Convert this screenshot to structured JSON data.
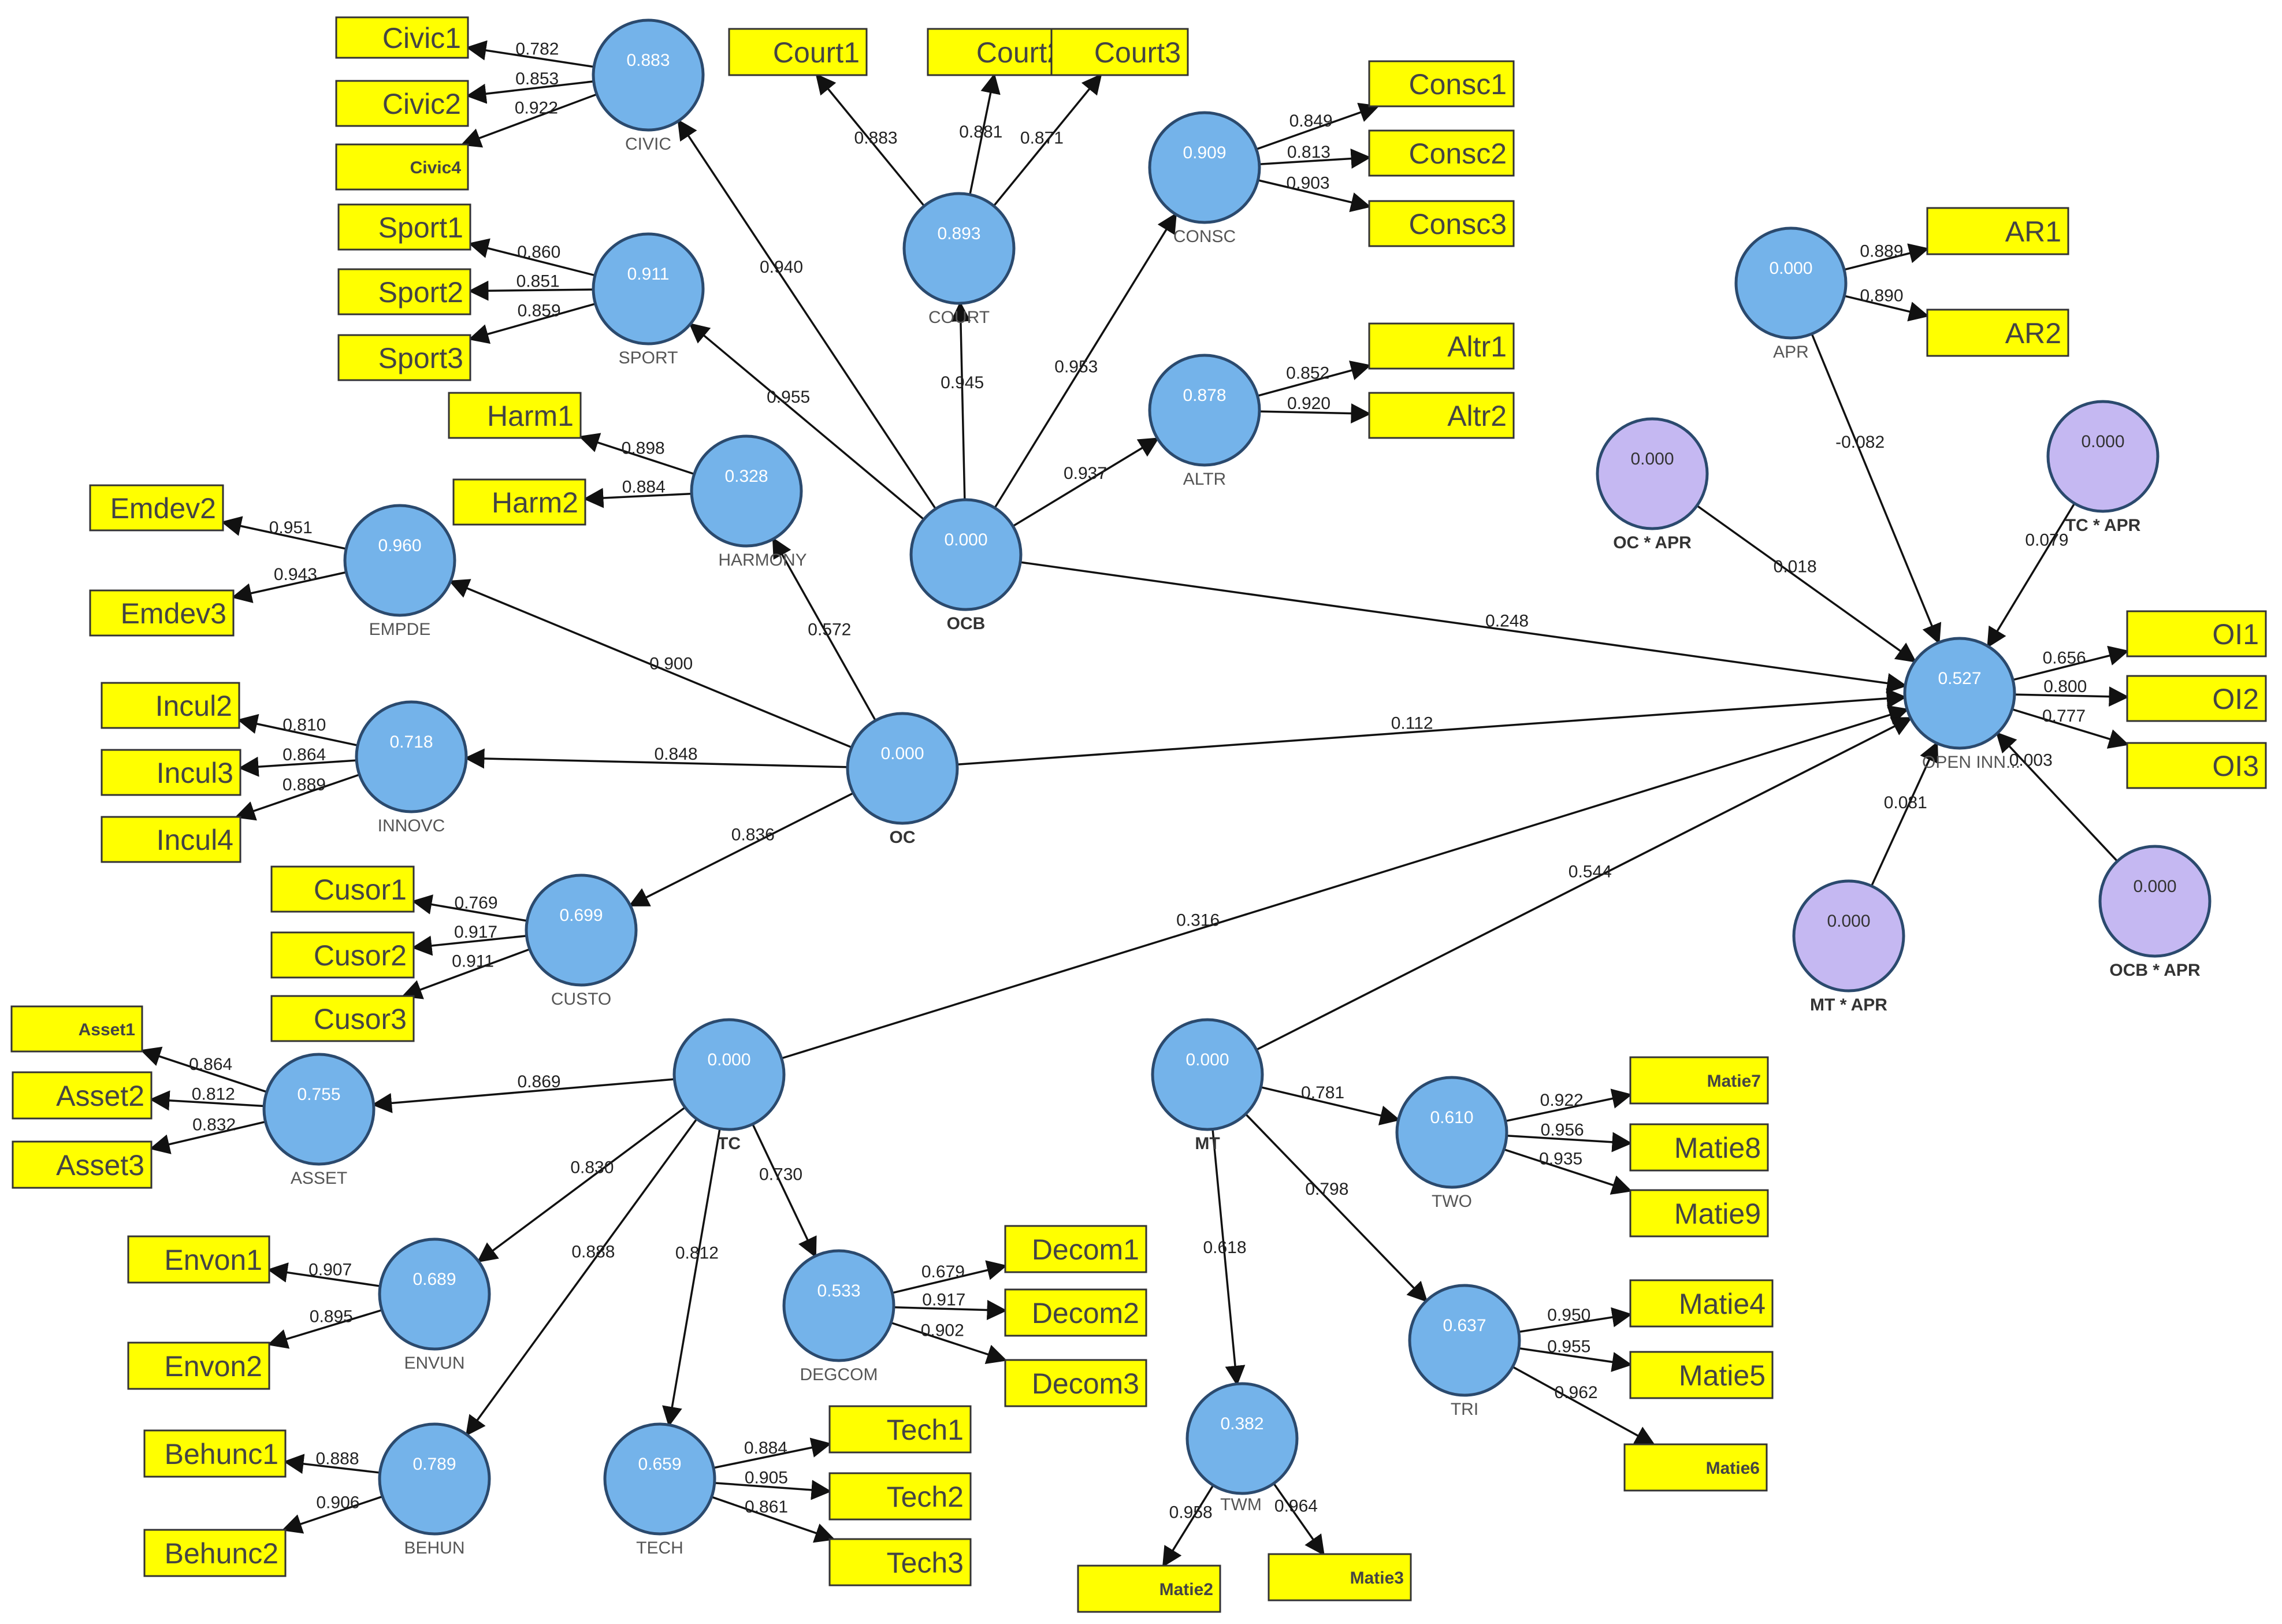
{
  "colors": {
    "indicator_fill": "#ffff00",
    "latent_fill": "#74b3ea",
    "moderator_fill": "#c5b8f2",
    "edge": "#111111"
  },
  "nodes": [
    {
      "id": "CIVIC",
      "label": "CIVIC",
      "value": "0.883",
      "kind": "latent"
    },
    {
      "id": "SPORT",
      "label": "SPORT",
      "value": "0.911",
      "kind": "latent"
    },
    {
      "id": "HARMONY",
      "label": "HARMONY",
      "value": "0.328",
      "kind": "latent"
    },
    {
      "id": "EMPDE",
      "label": "EMPDE",
      "value": "0.960",
      "kind": "latent"
    },
    {
      "id": "INNOVC",
      "label": "INNOVC",
      "value": "0.718",
      "kind": "latent"
    },
    {
      "id": "OC",
      "label": "OC",
      "value": "0.000",
      "kind": "latent",
      "bold": true
    },
    {
      "id": "CUSTO",
      "label": "CUSTO",
      "value": "0.699",
      "kind": "latent"
    },
    {
      "id": "COURT",
      "label": "COURT",
      "value": "0.893",
      "kind": "latent"
    },
    {
      "id": "CONSC",
      "label": "CONSC",
      "value": "0.909",
      "kind": "latent"
    },
    {
      "id": "ALTR",
      "label": "ALTR",
      "value": "0.878",
      "kind": "latent"
    },
    {
      "id": "OCB",
      "label": "OCB",
      "value": "0.000",
      "kind": "latent",
      "bold": true
    },
    {
      "id": "APR",
      "label": "APR",
      "value": "0.000",
      "kind": "latent"
    },
    {
      "id": "OCAPR",
      "label": "OC * APR",
      "value": "0.000",
      "kind": "moderator",
      "bold": true
    },
    {
      "id": "TCAPR",
      "label": "TC * APR",
      "value": "0.000",
      "kind": "moderator",
      "bold": true
    },
    {
      "id": "OPEN",
      "label": "OPEN INN...",
      "value": "0.527",
      "kind": "latent"
    },
    {
      "id": "MTAPR",
      "label": "MT * APR",
      "value": "0.000",
      "kind": "moderator",
      "bold": true
    },
    {
      "id": "OCBAPR",
      "label": "OCB * APR",
      "value": "0.000",
      "kind": "moderator",
      "bold": true
    },
    {
      "id": "TC",
      "label": "TC",
      "value": "0.000",
      "kind": "latent",
      "bold": true
    },
    {
      "id": "ASSET",
      "label": "ASSET",
      "value": "0.755",
      "kind": "latent"
    },
    {
      "id": "ENVUN",
      "label": "ENVUN",
      "value": "0.689",
      "kind": "latent"
    },
    {
      "id": "BEHUN",
      "label": "BEHUN",
      "value": "0.789",
      "kind": "latent"
    },
    {
      "id": "TECH",
      "label": "TECH",
      "value": "0.659",
      "kind": "latent"
    },
    {
      "id": "DEGCOM",
      "label": "DEGCOM",
      "value": "0.533",
      "kind": "latent"
    },
    {
      "id": "MT",
      "label": "MT",
      "value": "0.000",
      "kind": "latent",
      "bold": true
    },
    {
      "id": "TWO",
      "label": "TWO",
      "value": "0.610",
      "kind": "latent"
    },
    {
      "id": "TRI",
      "label": "TRI",
      "value": "0.637",
      "kind": "latent"
    },
    {
      "id": "TWM",
      "label": "TWM",
      "value": "0.382",
      "kind": "latent"
    }
  ],
  "indicators": [
    {
      "id": "Civic1",
      "label": "Civic1"
    },
    {
      "id": "Civic2",
      "label": "Civic2"
    },
    {
      "id": "Civic4",
      "label": "Civic4",
      "small": true
    },
    {
      "id": "Sport1",
      "label": "Sport1"
    },
    {
      "id": "Sport2",
      "label": "Sport2"
    },
    {
      "id": "Sport3",
      "label": "Sport3"
    },
    {
      "id": "Harm1",
      "label": "Harm1"
    },
    {
      "id": "Harm2",
      "label": "Harm2"
    },
    {
      "id": "Emdev2",
      "label": "Emdev2"
    },
    {
      "id": "Emdev3",
      "label": "Emdev3"
    },
    {
      "id": "Incul2",
      "label": "Incul2"
    },
    {
      "id": "Incul3",
      "label": "Incul3"
    },
    {
      "id": "Incul4",
      "label": "Incul4"
    },
    {
      "id": "Cusor1",
      "label": "Cusor1"
    },
    {
      "id": "Cusor2",
      "label": "Cusor2"
    },
    {
      "id": "Cusor3",
      "label": "Cusor3"
    },
    {
      "id": "Court1",
      "label": "Court1"
    },
    {
      "id": "Court2",
      "label": "Court2"
    },
    {
      "id": "Court3",
      "label": "Court3"
    },
    {
      "id": "Consc1",
      "label": "Consc1"
    },
    {
      "id": "Consc2",
      "label": "Consc2"
    },
    {
      "id": "Consc3",
      "label": "Consc3"
    },
    {
      "id": "Altr1",
      "label": "Altr1"
    },
    {
      "id": "Altr2",
      "label": "Altr2"
    },
    {
      "id": "AR1",
      "label": "AR1"
    },
    {
      "id": "AR2",
      "label": "AR2"
    },
    {
      "id": "OI1",
      "label": "OI1"
    },
    {
      "id": "OI2",
      "label": "OI2"
    },
    {
      "id": "OI3",
      "label": "OI3"
    },
    {
      "id": "Asset1",
      "label": "Asset1",
      "small": true
    },
    {
      "id": "Asset2",
      "label": "Asset2"
    },
    {
      "id": "Asset3",
      "label": "Asset3"
    },
    {
      "id": "Envon1",
      "label": "Envon1"
    },
    {
      "id": "Envon2",
      "label": "Envon2"
    },
    {
      "id": "Behunc1",
      "label": "Behunc1"
    },
    {
      "id": "Behunc2",
      "label": "Behunc2"
    },
    {
      "id": "Tech1",
      "label": "Tech1"
    },
    {
      "id": "Tech2",
      "label": "Tech2"
    },
    {
      "id": "Tech3",
      "label": "Tech3"
    },
    {
      "id": "Decom1",
      "label": "Decom1"
    },
    {
      "id": "Decom2",
      "label": "Decom2"
    },
    {
      "id": "Decom3",
      "label": "Decom3"
    },
    {
      "id": "Matie7",
      "label": "Matie7",
      "small": true
    },
    {
      "id": "Matie8",
      "label": "Matie8"
    },
    {
      "id": "Matie9",
      "label": "Matie9"
    },
    {
      "id": "Matie4",
      "label": "Matie4"
    },
    {
      "id": "Matie5",
      "label": "Matie5"
    },
    {
      "id": "Matie6",
      "label": "Matie6",
      "small": true
    },
    {
      "id": "Matie2",
      "label": "Matie2",
      "small": true
    },
    {
      "id": "Matie3",
      "label": "Matie3",
      "small": true
    }
  ],
  "edges": [
    {
      "from": "CIVIC",
      "to": "Civic1",
      "label": "0.782"
    },
    {
      "from": "CIVIC",
      "to": "Civic2",
      "label": "0.853"
    },
    {
      "from": "CIVIC",
      "to": "Civic4",
      "label": "0.922"
    },
    {
      "from": "SPORT",
      "to": "Sport1",
      "label": "0.860"
    },
    {
      "from": "SPORT",
      "to": "Sport2",
      "label": "0.851"
    },
    {
      "from": "SPORT",
      "to": "Sport3",
      "label": "0.859"
    },
    {
      "from": "HARMONY",
      "to": "Harm1",
      "label": "0.898"
    },
    {
      "from": "HARMONY",
      "to": "Harm2",
      "label": "0.884"
    },
    {
      "from": "EMPDE",
      "to": "Emdev2",
      "label": "0.951"
    },
    {
      "from": "EMPDE",
      "to": "Emdev3",
      "label": "0.943"
    },
    {
      "from": "INNOVC",
      "to": "Incul2",
      "label": "0.810"
    },
    {
      "from": "INNOVC",
      "to": "Incul3",
      "label": "0.864"
    },
    {
      "from": "INNOVC",
      "to": "Incul4",
      "label": "0.889"
    },
    {
      "from": "CUSTO",
      "to": "Cusor1",
      "label": "0.769"
    },
    {
      "from": "CUSTO",
      "to": "Cusor2",
      "label": "0.917"
    },
    {
      "from": "CUSTO",
      "to": "Cusor3",
      "label": "0.911"
    },
    {
      "from": "COURT",
      "to": "Court1",
      "label": "0.883"
    },
    {
      "from": "COURT",
      "to": "Court2",
      "label": "0.881"
    },
    {
      "from": "COURT",
      "to": "Court3",
      "label": "0.871"
    },
    {
      "from": "CONSC",
      "to": "Consc1",
      "label": "0.849"
    },
    {
      "from": "CONSC",
      "to": "Consc2",
      "label": "0.813"
    },
    {
      "from": "CONSC",
      "to": "Consc3",
      "label": "0.903"
    },
    {
      "from": "ALTR",
      "to": "Altr1",
      "label": "0.852"
    },
    {
      "from": "ALTR",
      "to": "Altr2",
      "label": "0.920"
    },
    {
      "from": "APR",
      "to": "AR1",
      "label": "0.889"
    },
    {
      "from": "APR",
      "to": "AR2",
      "label": "0.890"
    },
    {
      "from": "OPEN",
      "to": "OI1",
      "label": "0.656"
    },
    {
      "from": "OPEN",
      "to": "OI2",
      "label": "0.800"
    },
    {
      "from": "OPEN",
      "to": "OI3",
      "label": "0.777"
    },
    {
      "from": "ASSET",
      "to": "Asset1",
      "label": "0.864"
    },
    {
      "from": "ASSET",
      "to": "Asset2",
      "label": "0.812"
    },
    {
      "from": "ASSET",
      "to": "Asset3",
      "label": "0.832"
    },
    {
      "from": "ENVUN",
      "to": "Envon1",
      "label": "0.907"
    },
    {
      "from": "ENVUN",
      "to": "Envon2",
      "label": "0.895"
    },
    {
      "from": "BEHUN",
      "to": "Behunc1",
      "label": "0.888"
    },
    {
      "from": "BEHUN",
      "to": "Behunc2",
      "label": "0.906"
    },
    {
      "from": "TECH",
      "to": "Tech1",
      "label": "0.884"
    },
    {
      "from": "TECH",
      "to": "Tech2",
      "label": "0.905"
    },
    {
      "from": "TECH",
      "to": "Tech3",
      "label": "0.861"
    },
    {
      "from": "DEGCOM",
      "to": "Decom1",
      "label": "0.679"
    },
    {
      "from": "DEGCOM",
      "to": "Decom2",
      "label": "0.917"
    },
    {
      "from": "DEGCOM",
      "to": "Decom3",
      "label": "0.902"
    },
    {
      "from": "TWO",
      "to": "Matie7",
      "label": "0.922"
    },
    {
      "from": "TWO",
      "to": "Matie8",
      "label": "0.956"
    },
    {
      "from": "TWO",
      "to": "Matie9",
      "label": "0.935"
    },
    {
      "from": "TRI",
      "to": "Matie4",
      "label": "0.950"
    },
    {
      "from": "TRI",
      "to": "Matie5",
      "label": "0.955"
    },
    {
      "from": "TRI",
      "to": "Matie6",
      "label": "0.962"
    },
    {
      "from": "TWM",
      "to": "Matie2",
      "label": "0.958"
    },
    {
      "from": "TWM",
      "to": "Matie3",
      "label": "0.964"
    },
    {
      "from": "OCB",
      "to": "CIVIC",
      "label": "0.940"
    },
    {
      "from": "OCB",
      "to": "SPORT",
      "label": "0.955"
    },
    {
      "from": "OCB",
      "to": "COURT",
      "label": "0.945"
    },
    {
      "from": "OCB",
      "to": "CONSC",
      "label": "0.953"
    },
    {
      "from": "OCB",
      "to": "ALTR",
      "label": "0.937"
    },
    {
      "from": "OC",
      "to": "HARMONY",
      "label": "0.572"
    },
    {
      "from": "OC",
      "to": "EMPDE",
      "label": "0.900"
    },
    {
      "from": "OC",
      "to": "INNOVC",
      "label": "0.848"
    },
    {
      "from": "OC",
      "to": "CUSTO",
      "label": "0.836"
    },
    {
      "from": "TC",
      "to": "ASSET",
      "label": "0.869"
    },
    {
      "from": "TC",
      "to": "ENVUN",
      "label": "0.830"
    },
    {
      "from": "TC",
      "to": "BEHUN",
      "label": "0.888"
    },
    {
      "from": "TC",
      "to": "TECH",
      "label": "0.812"
    },
    {
      "from": "TC",
      "to": "DEGCOM",
      "label": "0.730"
    },
    {
      "from": "MT",
      "to": "TWO",
      "label": "0.781"
    },
    {
      "from": "MT",
      "to": "TRI",
      "label": "0.798"
    },
    {
      "from": "MT",
      "to": "TWM",
      "label": "0.618"
    },
    {
      "from": "OCB",
      "to": "OPEN",
      "label": "0.248"
    },
    {
      "from": "OC",
      "to": "OPEN",
      "label": "0.112"
    },
    {
      "from": "TC",
      "to": "OPEN",
      "label": "0.316"
    },
    {
      "from": "MT",
      "to": "OPEN",
      "label": "0.544"
    },
    {
      "from": "APR",
      "to": "OPEN",
      "label": "-0.082"
    },
    {
      "from": "OCAPR",
      "to": "OPEN",
      "label": "0.018"
    },
    {
      "from": "TCAPR",
      "to": "OPEN",
      "label": "0.079"
    },
    {
      "from": "MTAPR",
      "to": "OPEN",
      "label": "0.081"
    },
    {
      "from": "OCBAPR",
      "to": "OPEN",
      "label": "0.003"
    }
  ]
}
